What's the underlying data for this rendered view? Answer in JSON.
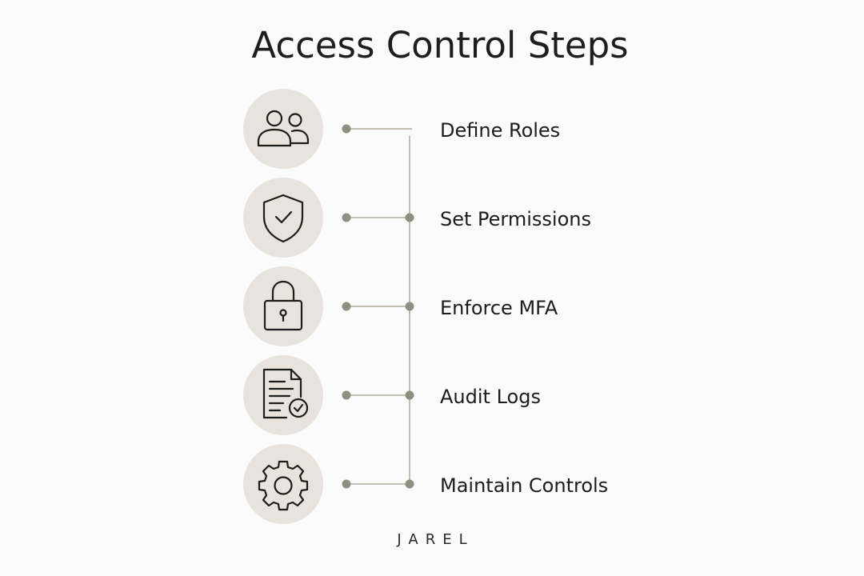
{
  "title": "Access Control Steps",
  "steps": [
    {
      "label": "Define Roles",
      "icon": "users-icon"
    },
    {
      "label": "Set Permissions",
      "icon": "shield-check-icon"
    },
    {
      "label": "Enforce MFA",
      "icon": "padlock-icon"
    },
    {
      "label": "Audit Logs",
      "icon": "document-check-icon"
    },
    {
      "label": "Maintain Controls",
      "icon": "gear-icon"
    }
  ],
  "brand": "JAREL",
  "colors": {
    "background": "#fbfbfb",
    "icon_circle": "#e8e3dd",
    "connector_line": "#b3ad9f",
    "connector_dot": "#8d9080",
    "text": "#1c1c1c"
  }
}
